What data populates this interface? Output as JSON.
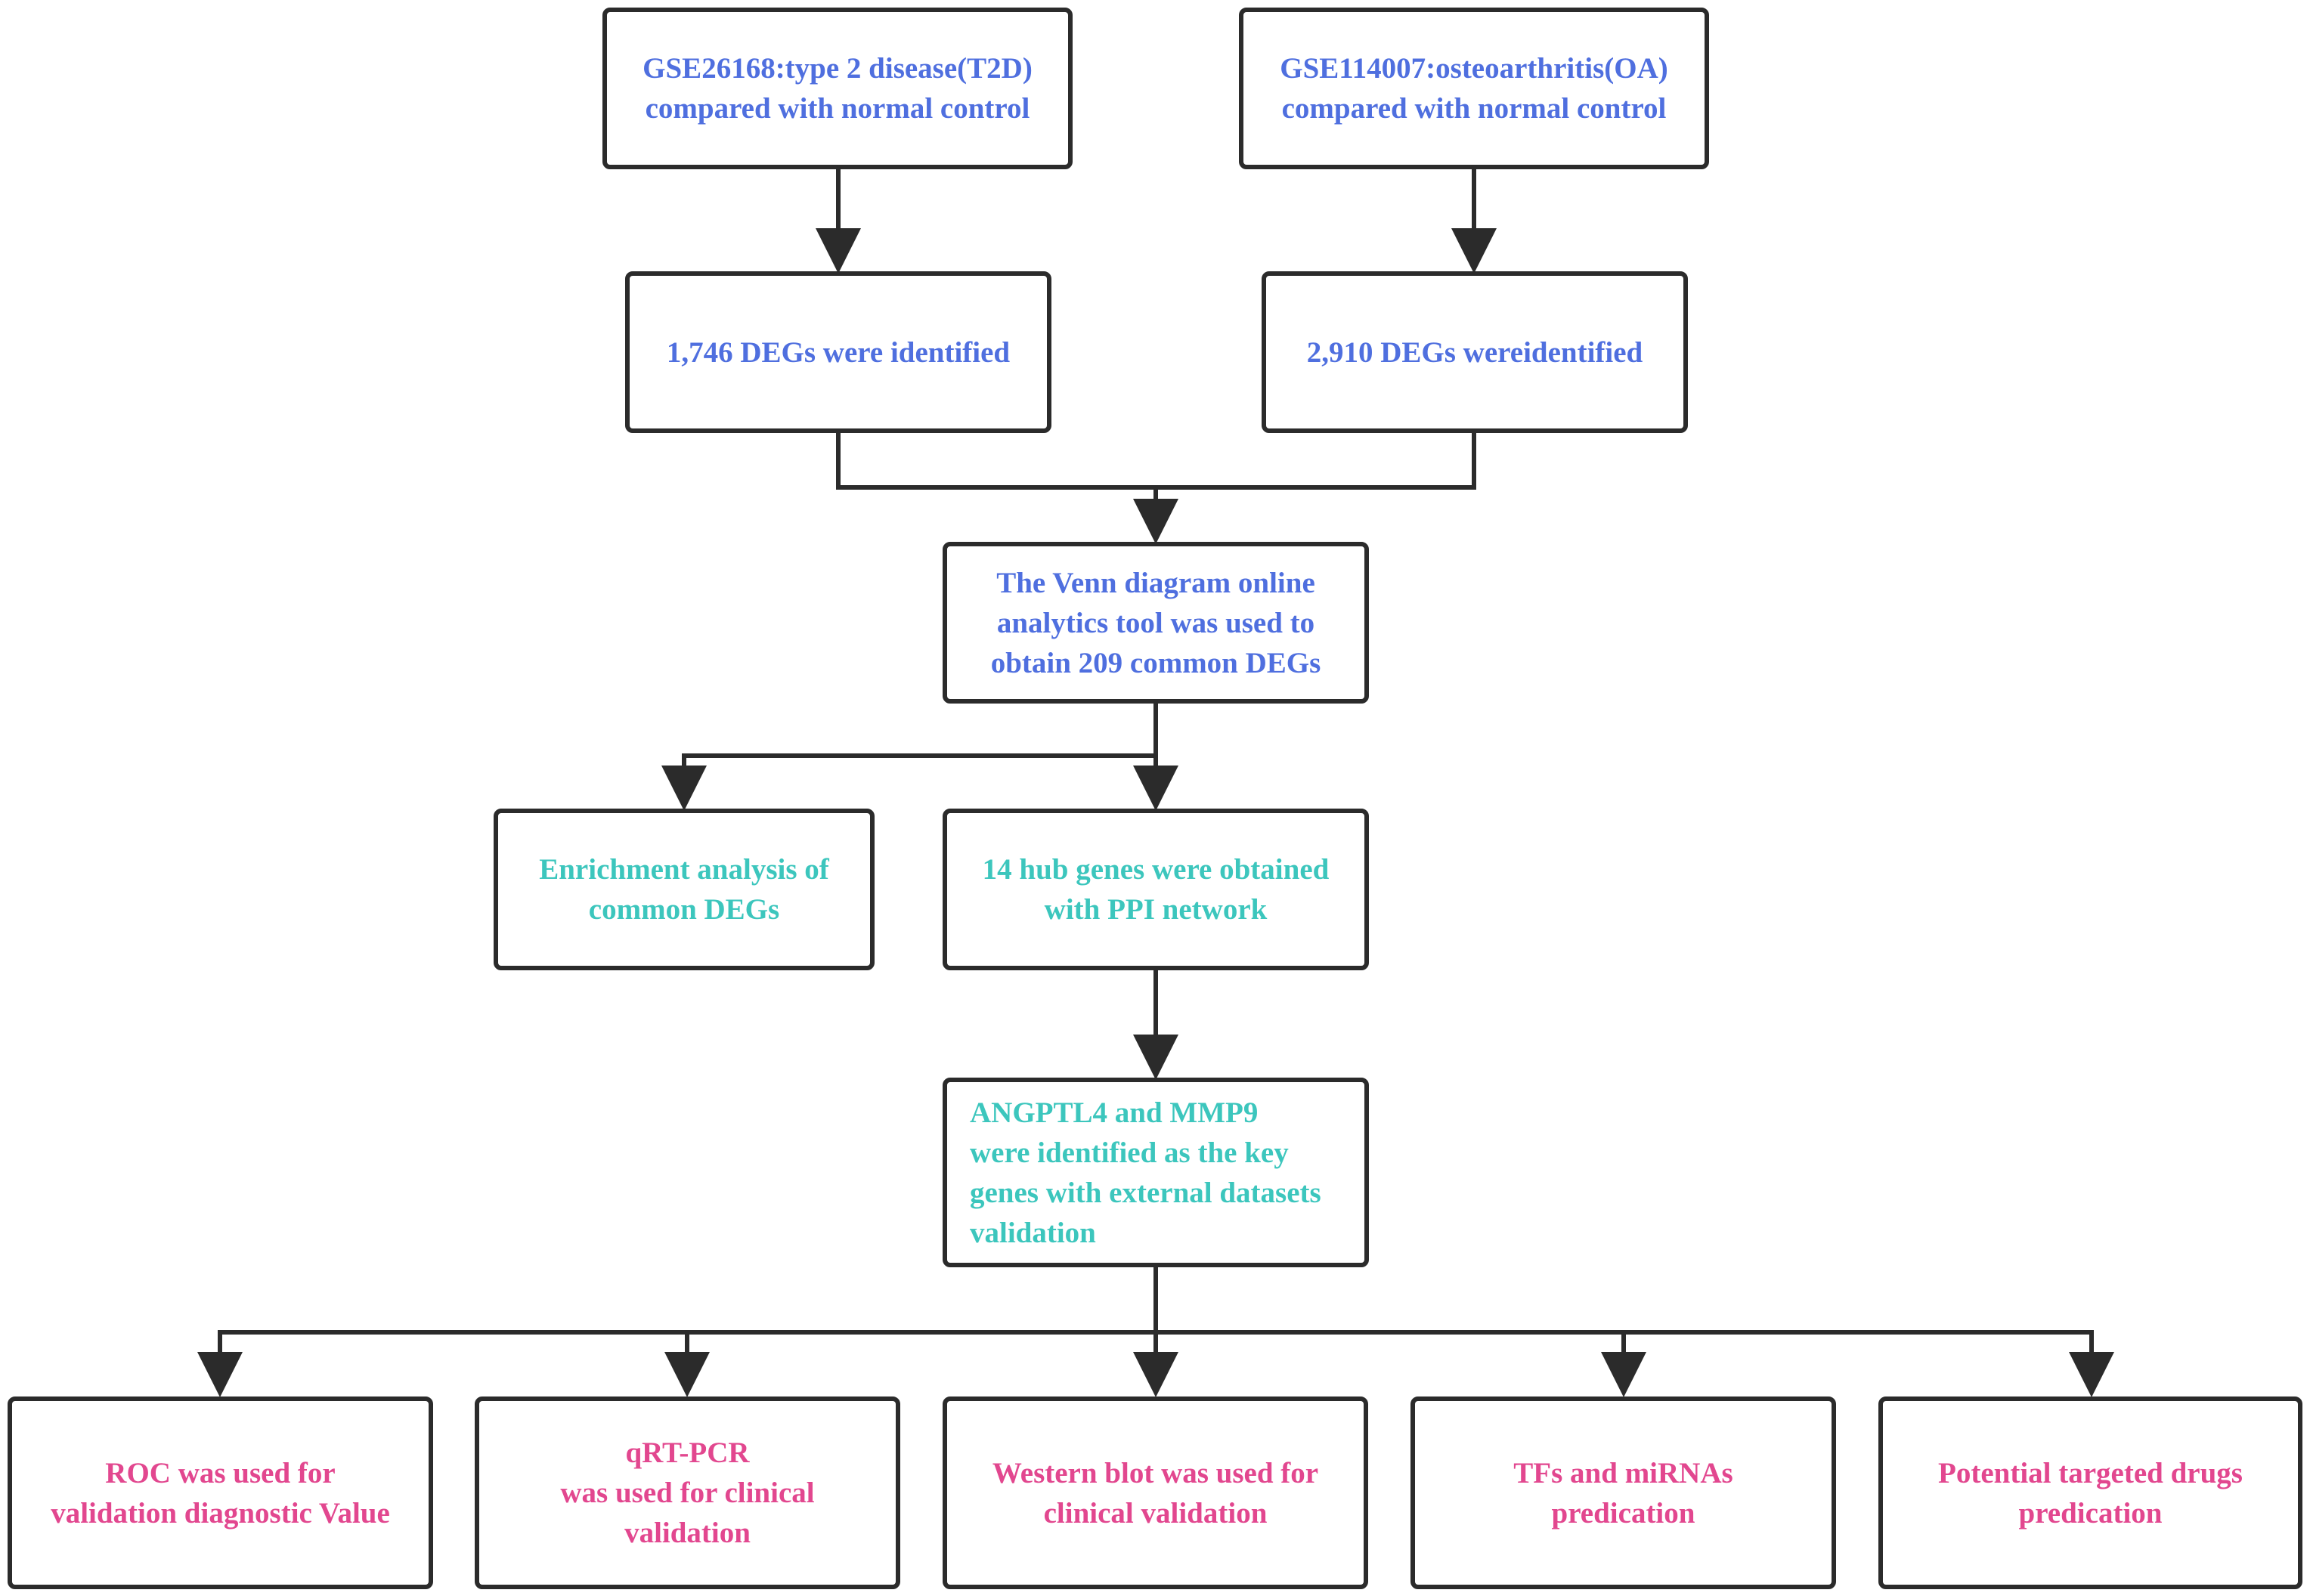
{
  "colors": {
    "stroke": "#2b2b2b",
    "blue_text": "#4f6fdf",
    "teal_text": "#3cc6bd",
    "pink_text": "#e2478f"
  },
  "nodes": {
    "t2d_dataset": "GSE26168:type 2 disease(T2D)\ncompared with normal control",
    "oa_dataset": "GSE114007:osteoarthritis(OA)\ncompared with normal control",
    "t2d_degs": "1,746 DEGs were identified",
    "oa_degs": "2,910 DEGs wereidentified",
    "venn": "The Venn diagram online\nanalytics tool was used to\nobtain 209 common DEGs",
    "enrichment": "Enrichment analysis of\ncommon DEGs",
    "hub_genes": "14 hub genes were obtained\nwith PPI network",
    "key_genes": "ANGPTL4 and MMP9\nwere  identified as the key\ngenes with external datasets\nvalidation",
    "roc": "ROC was used for\nvalidation diagnostic Value",
    "qrt_pcr": "qRT-PCR\nwas used for clinical\nvalidation",
    "western_blot": "Western blot was used for\nclinical validation",
    "tfs_mirnas": "TFs and miRNAs\npredication",
    "drugs": "Potential targeted drugs\npredication"
  }
}
